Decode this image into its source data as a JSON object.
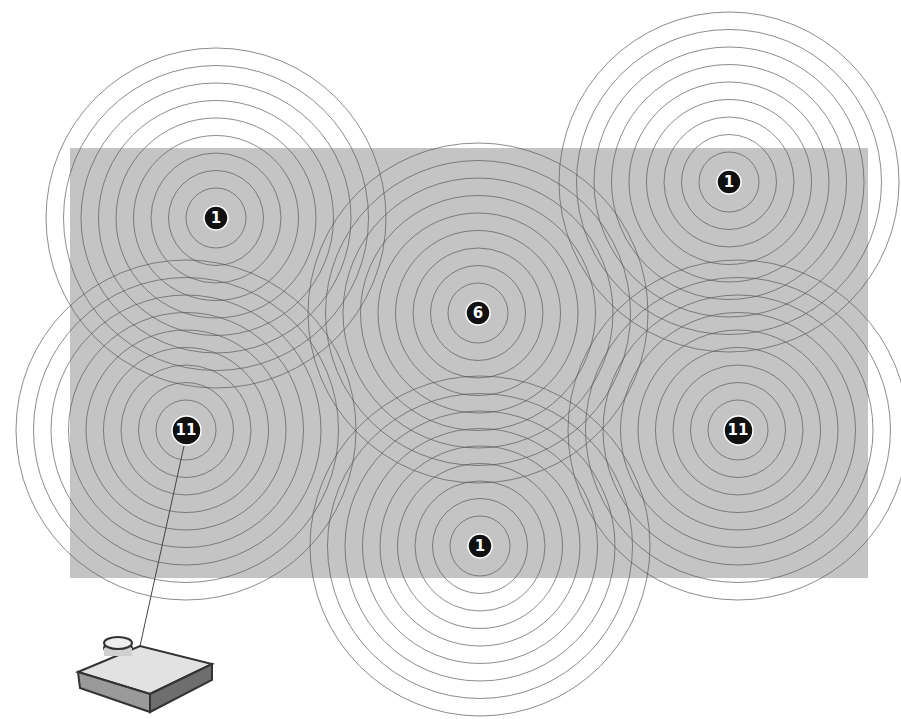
{
  "diagram": {
    "nodes": [
      {
        "text": [
          "1"
        ]
      },
      {
        "text": [
          "1"
        ]
      },
      {
        "text": [
          "6"
        ]
      },
      {
        "text": [
          "11"
        ]
      },
      {
        "text": [
          "11"
        ]
      },
      {
        "text": [
          "1"
        ]
      }
    ]
  }
}
